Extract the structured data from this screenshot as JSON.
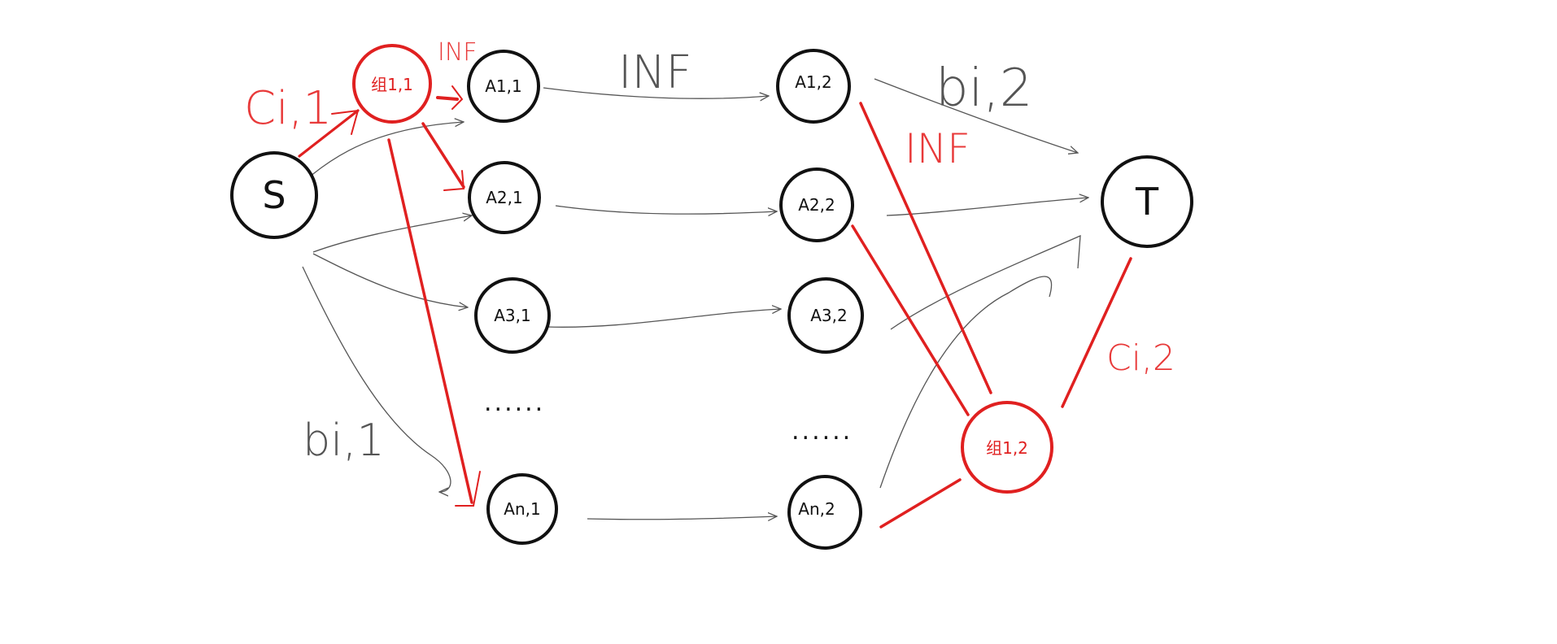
{
  "colors": {
    "ink": "#111111",
    "pencil": "#555555",
    "red": "#e02020"
  },
  "nodes": {
    "source": "S",
    "sink": "T",
    "group1": "组1,1",
    "group2": "组1,2",
    "col1": [
      "A1,1",
      "A2,1",
      "A3,1",
      "An,1"
    ],
    "col2": [
      "A1,2",
      "A2,2",
      "A3,2",
      "An,2"
    ]
  },
  "ellipsis": "......",
  "annotations": {
    "inf_top": "INF",
    "inf_small": "INF",
    "inf_right": "INF",
    "c_i1": "Ci,1",
    "c_i2": "Ci,2",
    "b_i1": "bi,1",
    "b_i2": "bi,2"
  }
}
